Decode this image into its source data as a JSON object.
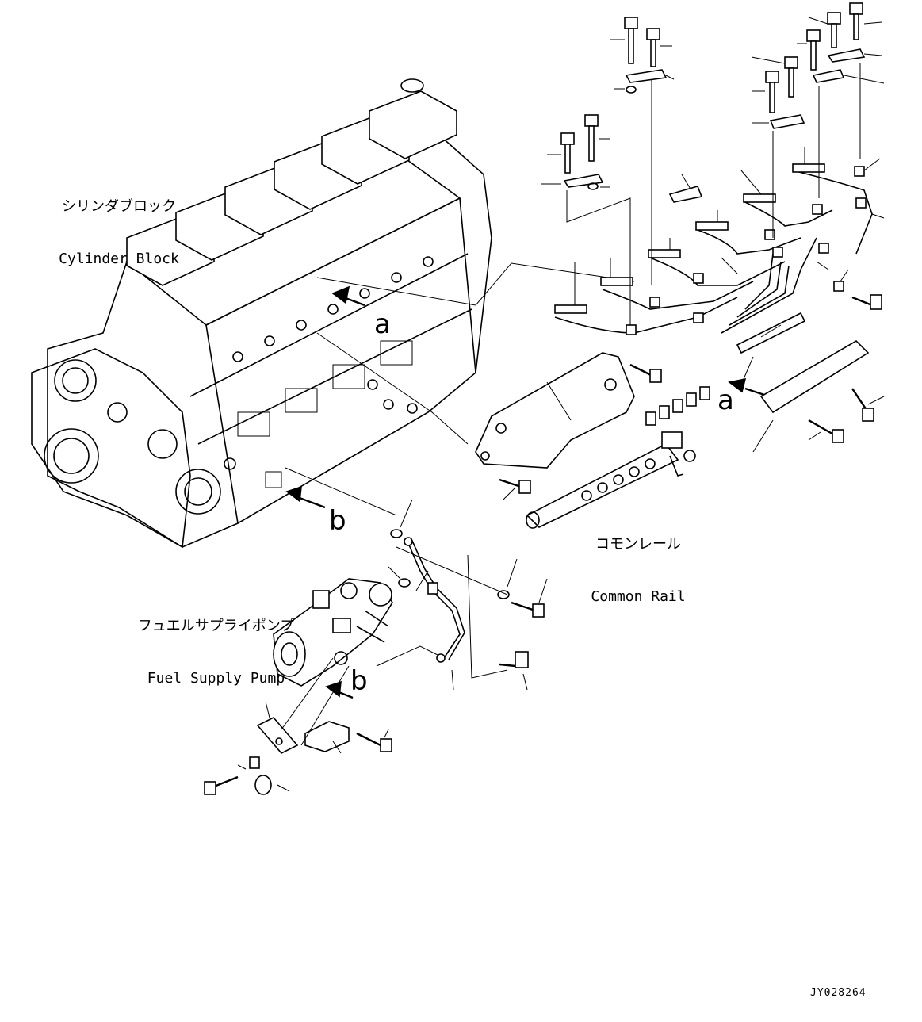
{
  "labels": {
    "cylinder_block": {
      "ja": "シリンダブロック",
      "en": "Cylinder Block"
    },
    "common_rail": {
      "ja": "コモンレール",
      "en": "Common Rail"
    },
    "fuel_supply_pump": {
      "ja": "フュエルサプライポンプ",
      "en": "Fuel Supply Pump"
    }
  },
  "view_refs": {
    "a1": "a",
    "a2": "a",
    "b1": "b",
    "b2": "b"
  },
  "drawing_id": "JY028264"
}
